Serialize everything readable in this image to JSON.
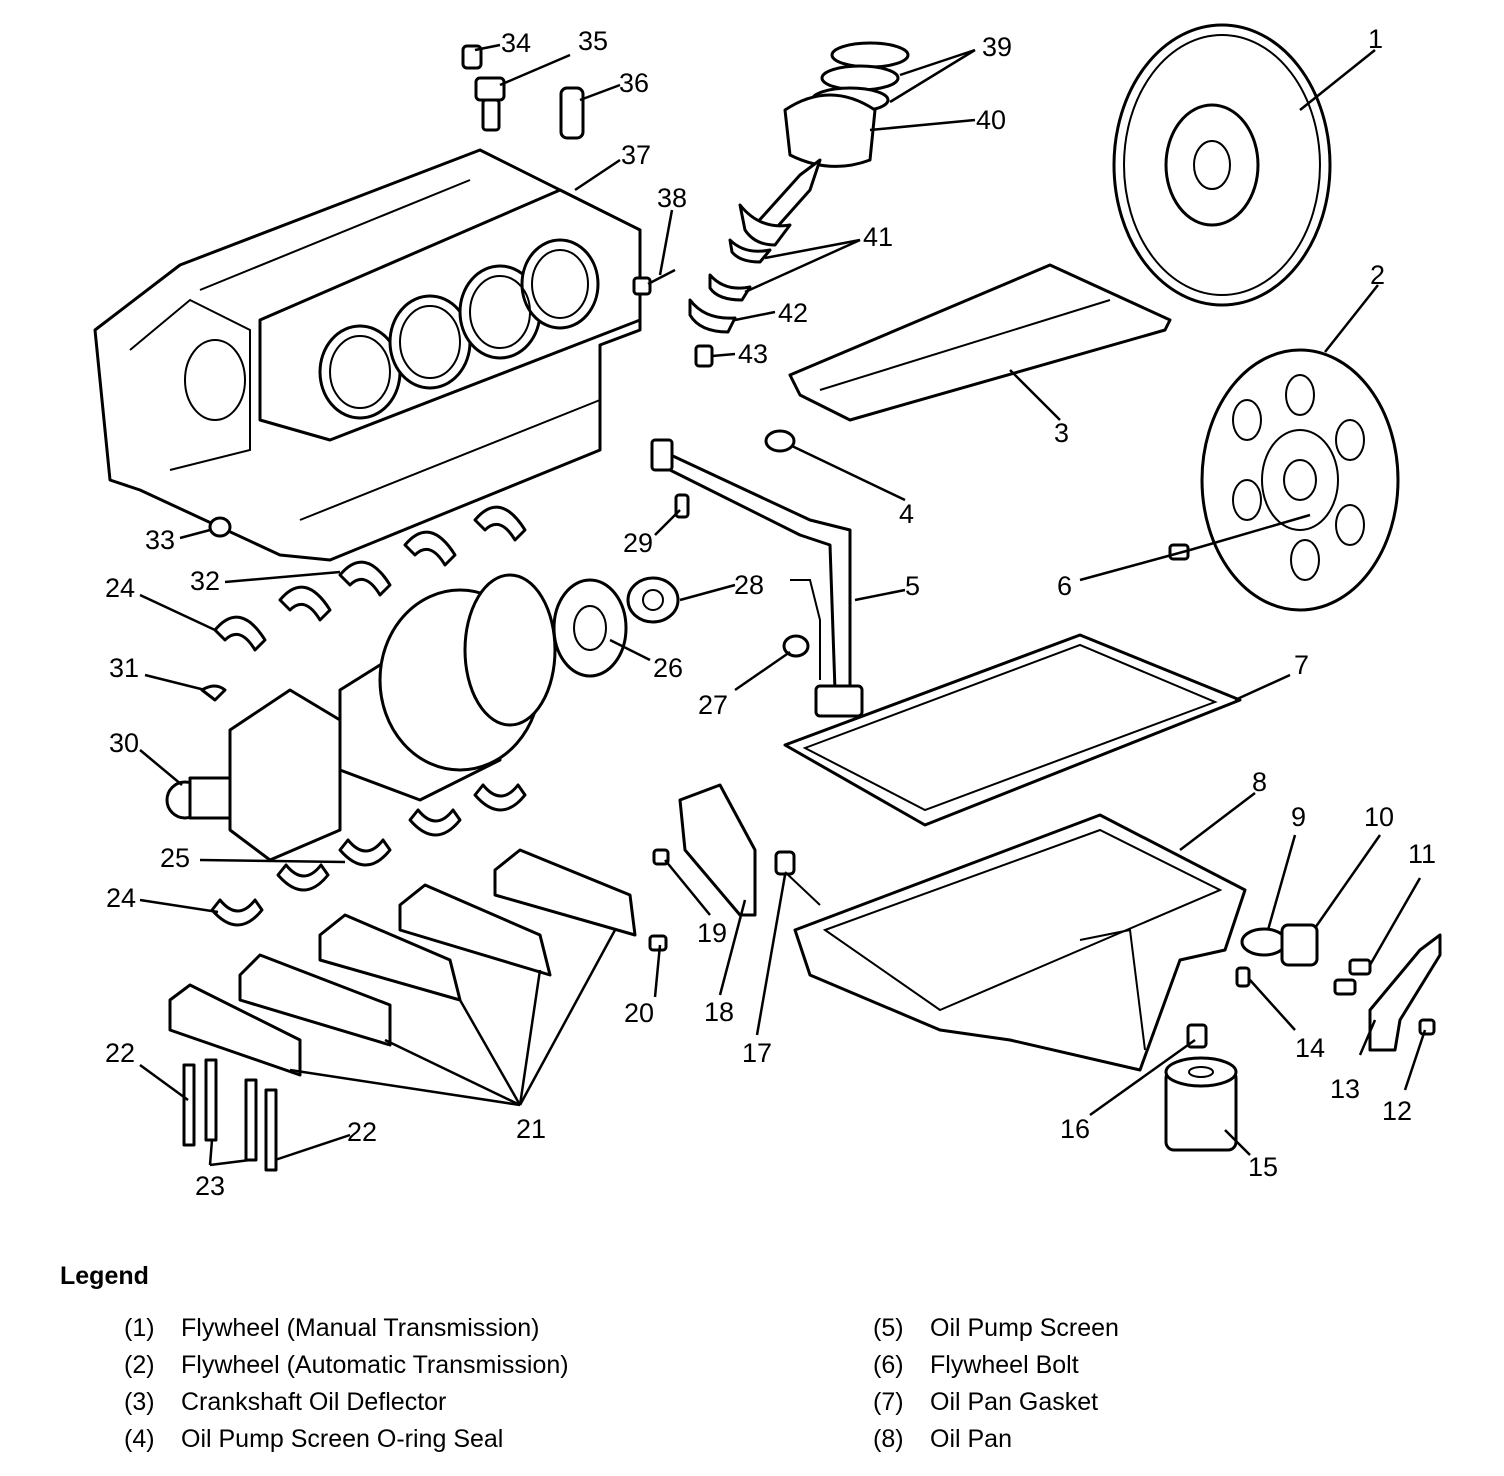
{
  "legend": {
    "title": "Legend",
    "items": [
      {
        "num": "(1)",
        "text": "Flywheel (Manual Transmission)"
      },
      {
        "num": "(2)",
        "text": "Flywheel (Automatic Transmission)"
      },
      {
        "num": "(3)",
        "text": "Crankshaft Oil Deflector"
      },
      {
        "num": "(4)",
        "text": "Oil Pump Screen O-ring Seal"
      },
      {
        "num": "(5)",
        "text": "Oil Pump Screen"
      },
      {
        "num": "(6)",
        "text": "Flywheel Bolt"
      },
      {
        "num": "(7)",
        "text": "Oil Pan Gasket"
      },
      {
        "num": "(8)",
        "text": "Oil Pan"
      }
    ]
  },
  "callouts": [
    "1",
    "2",
    "3",
    "4",
    "5",
    "6",
    "7",
    "8",
    "9",
    "10",
    "11",
    "12",
    "13",
    "14",
    "15",
    "16",
    "17",
    "18",
    "19",
    "20",
    "21",
    "22",
    "22",
    "23",
    "24",
    "24",
    "25",
    "26",
    "27",
    "28",
    "29",
    "30",
    "31",
    "32",
    "33",
    "34",
    "35",
    "36",
    "37",
    "38",
    "39",
    "40",
    "41",
    "42",
    "43"
  ]
}
